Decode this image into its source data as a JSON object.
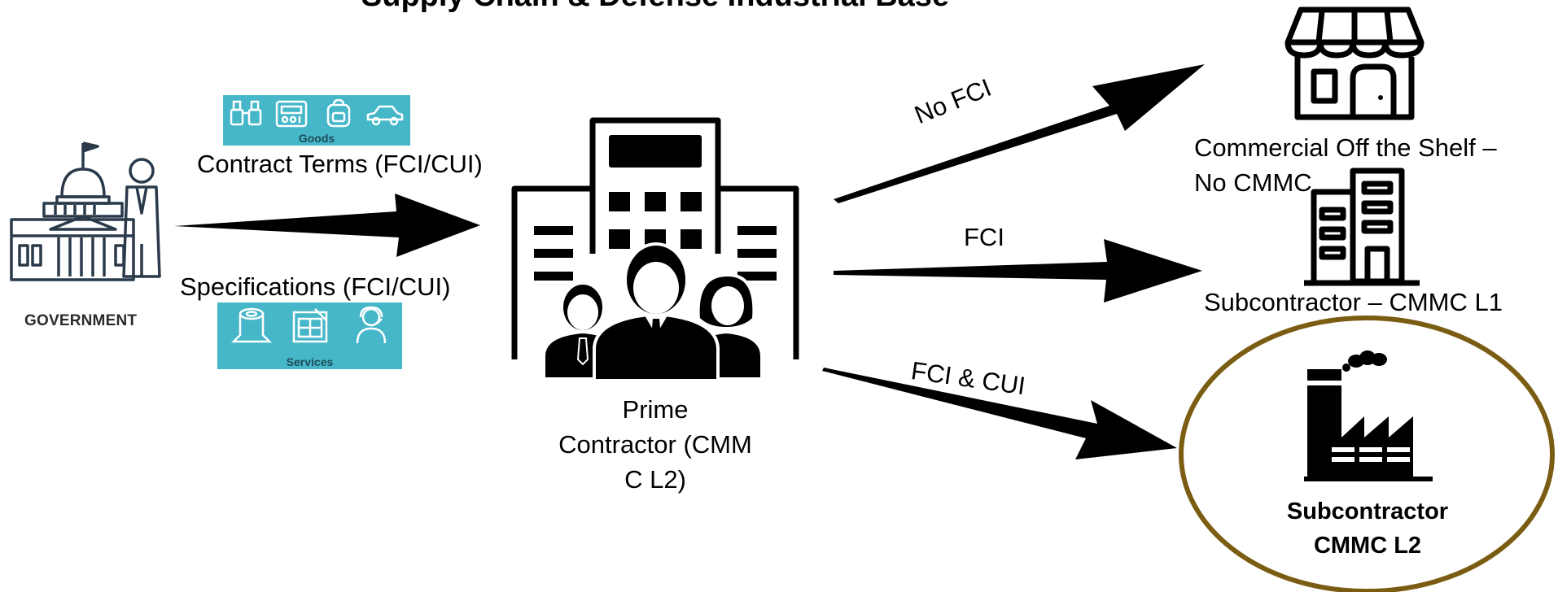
{
  "title": "Supply Chain & Defense Industrial Base",
  "government": {
    "label": "GOVERNMENT"
  },
  "goods": {
    "band_label": "Goods",
    "icons": [
      "binoculars-icon",
      "control-panel-icon",
      "backpack-icon",
      "car-icon"
    ]
  },
  "services": {
    "band_label": "Services",
    "icons": [
      "tree-stump-icon",
      "blueprint-icon",
      "support-agent-icon"
    ]
  },
  "gov_to_prime": {
    "top_label": "Contract Terms (FCI/CUI)",
    "bottom_label": "Specifications (FCI/CUI)"
  },
  "prime": {
    "label_lines": [
      "Prime",
      "Contractor  (CMM",
      "C L2)"
    ]
  },
  "flows": [
    {
      "label": "No FCI"
    },
    {
      "label": "FCI"
    },
    {
      "label": "FCI & CUI"
    }
  ],
  "targets": [
    {
      "label_lines": [
        "Commercial Off the Shelf –",
        "No CMMC"
      ],
      "icon": "storefront-icon"
    },
    {
      "label_lines": [
        "Subcontractor – CMMC L1"
      ],
      "icon": "office-building-icon"
    },
    {
      "label_lines": [
        "Subcontractor",
        "CMMC L2"
      ],
      "icon": "factory-icon",
      "highlight_color": "#7a5c12"
    }
  ],
  "colors": {
    "band": "#46b7c9",
    "arrow": "#000000",
    "highlight": "#7a5c12"
  }
}
